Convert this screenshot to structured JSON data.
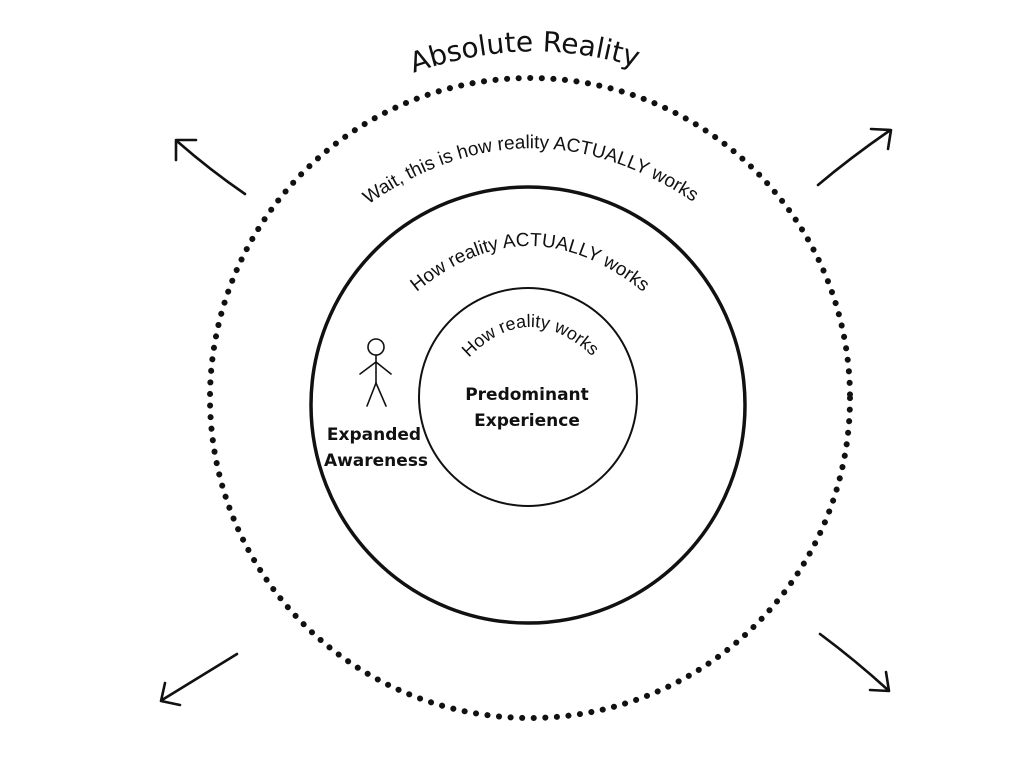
{
  "title": "Absolute Reality",
  "rings": {
    "outer_label": "Wait, this is how reality ACTUALLY works",
    "middle_label": "How reality ACTUALLY works",
    "inner_label": "How reality works"
  },
  "inner_circle": {
    "line1": "Predominant",
    "line2": "Experience"
  },
  "figure_caption": {
    "line1": "Expanded",
    "line2": "Awareness"
  },
  "icons": [
    "stick-figure-icon",
    "arrow-up-left-icon",
    "arrow-up-right-icon",
    "arrow-down-left-icon",
    "arrow-down-right-icon"
  ],
  "colors": {
    "ink": "#111111",
    "background": "#ffffff"
  }
}
